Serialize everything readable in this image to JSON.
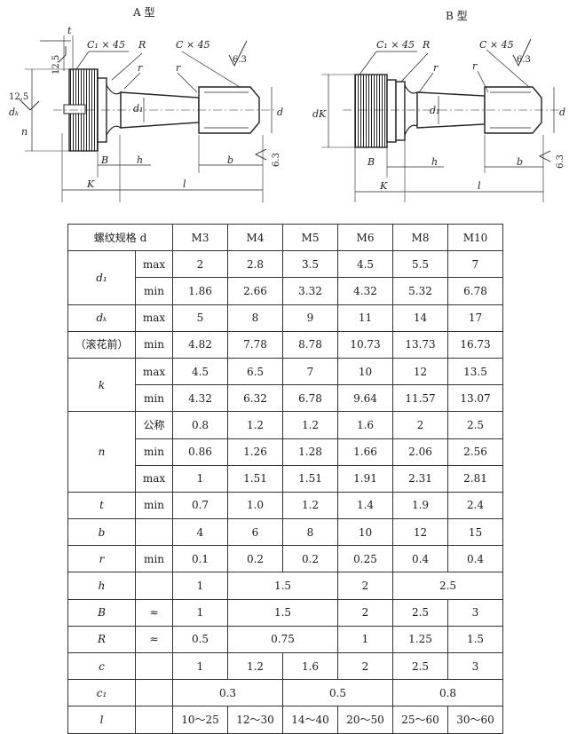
{
  "figure": {
    "type_a_title": "A 型",
    "type_b_title": "B 型",
    "dims": {
      "t": "t",
      "c1x45": "C₁ × 45",
      "R": "R",
      "cx45": "C × 45",
      "r": "r",
      "rough_12_5": "12.5",
      "rough_6_3": "6.3",
      "dk": "dₖ",
      "dK": "dΚ",
      "n": "n",
      "d1": "d₁",
      "d": "d",
      "B": "B",
      "h": "h",
      "b": "b",
      "K": "K",
      "l": "l"
    }
  },
  "table": {
    "header": {
      "label": "螺纹规格 d",
      "sizes": [
        "M3",
        "M4",
        "M5",
        "M6",
        "M8",
        "M10"
      ]
    },
    "labels": {
      "d1": "d₁",
      "dk": "dₖ",
      "dk_note": "（滚花前）",
      "k": "k",
      "n": "n",
      "t": "t",
      "b": "b",
      "r": "r",
      "h": "h",
      "B": "B",
      "R": "R",
      "c": "c",
      "c1": "c₁",
      "l": "l"
    },
    "qualifiers": {
      "max": "max",
      "min": "min",
      "nominal": "公称",
      "approx": "≈"
    },
    "rows": {
      "d1_max": [
        "2",
        "2.8",
        "3.5",
        "4.5",
        "5.5",
        "7"
      ],
      "d1_min": [
        "1.86",
        "2.66",
        "3.32",
        "4.32",
        "5.32",
        "6.78"
      ],
      "dk_max": [
        "5",
        "8",
        "9",
        "11",
        "14",
        "17"
      ],
      "dk_min": [
        "4.82",
        "7.78",
        "8.78",
        "10.73",
        "13.73",
        "16.73"
      ],
      "k_max": [
        "4.5",
        "6.5",
        "7",
        "10",
        "12",
        "13.5"
      ],
      "k_min": [
        "4.32",
        "6.32",
        "6.78",
        "9.64",
        "11.57",
        "13.07"
      ],
      "n_nom": [
        "0.8",
        "1.2",
        "1.2",
        "1.6",
        "2",
        "2.5"
      ],
      "n_min": [
        "0.86",
        "1.26",
        "1.28",
        "1.66",
        "2.06",
        "2.56"
      ],
      "n_max": [
        "1",
        "1.51",
        "1.51",
        "1.91",
        "2.31",
        "2.81"
      ],
      "t_min": [
        "0.7",
        "1.0",
        "1.2",
        "1.4",
        "1.9",
        "2.4"
      ],
      "b": [
        "4",
        "6",
        "8",
        "10",
        "12",
        "15"
      ],
      "r_min": [
        "0.1",
        "0.2",
        "0.2",
        "0.25",
        "0.4",
        "0.4"
      ],
      "h": [
        "1",
        "1.5",
        "2",
        "2.5"
      ],
      "B": [
        "1",
        "1.5",
        "2",
        "2.5",
        "3"
      ],
      "R": [
        "0.5",
        "0.75",
        "1",
        "1.25",
        "1.5"
      ],
      "c": [
        "1",
        "1.2",
        "1.6",
        "2",
        "2.5",
        "3"
      ],
      "c1": [
        "0.3",
        "0.5",
        "0.8"
      ],
      "l": [
        "10～25",
        "12～30",
        "14～40",
        "20～50",
        "25～60",
        "30～60"
      ]
    }
  }
}
